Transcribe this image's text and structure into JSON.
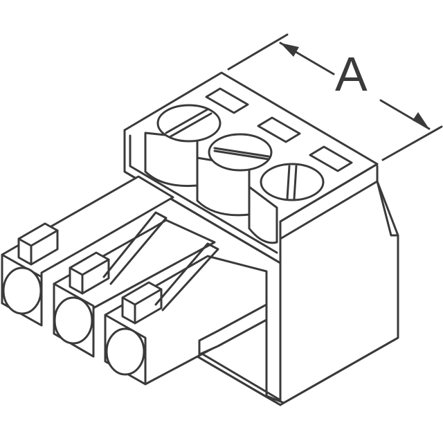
{
  "figure": {
    "subject": "3-position pluggable terminal block connector, isometric view",
    "dimension_label": "A",
    "positions": 3,
    "line_color": "#3a3a3a",
    "background_color": "#ffffff"
  }
}
